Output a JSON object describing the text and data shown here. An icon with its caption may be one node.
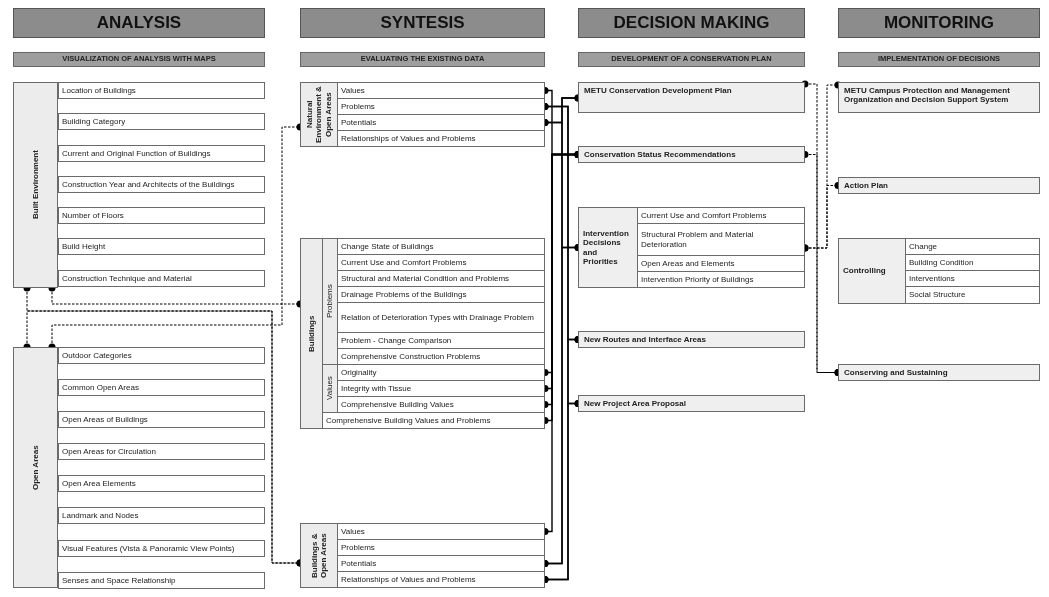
{
  "diagram": {
    "nodes": [
      {
        "text": [
          "ANALYSIS"
        ]
      },
      {
        "text": [
          "SYNTESIS"
        ]
      },
      {
        "text": [
          "DECISION MAKING"
        ]
      },
      {
        "text": [
          "MONITORING"
        ]
      },
      {
        "text": [
          "VISUALIZATION OF ANALYSIS WITH MAPS"
        ]
      },
      {
        "text": [
          "EVALUATING THE EXISTING DATA"
        ]
      },
      {
        "text": [
          "DEVELOPMENT OF A CONSERVATION PLAN"
        ]
      },
      {
        "text": [
          "IMPLEMENTATION OF DECISIONS"
        ]
      },
      {
        "text": [
          "Built Environment"
        ]
      },
      {
        "text": [
          "Location of Buildings"
        ]
      },
      {
        "text": [
          "Building Category"
        ]
      },
      {
        "text": [
          "Current and Original Function of Buildings"
        ]
      },
      {
        "text": [
          "Construction Year and Architects of the Buildings"
        ]
      },
      {
        "text": [
          "Number of Floors"
        ]
      },
      {
        "text": [
          "Build Height"
        ]
      },
      {
        "text": [
          "Construction Technique and Material"
        ]
      },
      {
        "text": [
          "Open Areas"
        ]
      },
      {
        "text": [
          "Outdoor Categories"
        ]
      },
      {
        "text": [
          "Common Open Areas"
        ]
      },
      {
        "text": [
          "Open Areas of Buildings"
        ]
      },
      {
        "text": [
          "Open Areas for Circulation"
        ]
      },
      {
        "text": [
          "Open Area Elements"
        ]
      },
      {
        "text": [
          "Landmark and Nodes"
        ]
      },
      {
        "text": [
          "Visual Features (Vista & Panoramic View Points)"
        ]
      },
      {
        "text": [
          "Senses and Space Relationship"
        ]
      },
      {
        "text": [
          "Natural Environment & Open Areas"
        ]
      },
      {
        "text": [
          "Values"
        ]
      },
      {
        "text": [
          "Problems"
        ]
      },
      {
        "text": [
          "Potentials"
        ]
      },
      {
        "text": [
          "Relationships of Values and Problems"
        ]
      },
      {
        "text": [
          "Buildings"
        ]
      },
      {
        "text": [
          "Problems"
        ]
      },
      {
        "text": [
          "Change State of Buildings"
        ]
      },
      {
        "text": [
          "Current Use and Comfort Problems"
        ]
      },
      {
        "text": [
          "Structural and Material Condition and Problems"
        ]
      },
      {
        "text": [
          "Drainage Problems of the Buildings"
        ]
      },
      {
        "text": [
          "Relation of Deterioration Types with Drainage Problem"
        ]
      },
      {
        "text": [
          "Problem - Change Comparison"
        ]
      },
      {
        "text": [
          "Comprehensive Construction Problems"
        ]
      },
      {
        "text": [
          "Values"
        ]
      },
      {
        "text": [
          "Originality"
        ]
      },
      {
        "text": [
          "Integrity with Tissue"
        ]
      },
      {
        "text": [
          "Comprehensive Building Values"
        ]
      },
      {
        "text": [
          "Comprehensive Building Values and Problems"
        ]
      },
      {
        "text": [
          "Buildings & Open Areas"
        ]
      },
      {
        "text": [
          "Values"
        ]
      },
      {
        "text": [
          "Problems"
        ]
      },
      {
        "text": [
          "Potentials"
        ]
      },
      {
        "text": [
          "Relationships of Values and Problems"
        ]
      },
      {
        "text": [
          "METU Conservation Development Plan"
        ]
      },
      {
        "text": [
          "Conservation Status Recommendations"
        ]
      },
      {
        "text": [
          "Intervention Decisions and Priorities"
        ]
      },
      {
        "text": [
          "Current Use and Comfort Problems"
        ]
      },
      {
        "text": [
          "Structural Problem and Material Deterioration"
        ]
      },
      {
        "text": [
          "Open Areas and Elements"
        ]
      },
      {
        "text": [
          "Intervention Priority of Buildings"
        ]
      },
      {
        "text": [
          "New Routes and Interface Areas"
        ]
      },
      {
        "text": [
          "New Project Area Proposal"
        ]
      },
      {
        "text": [
          "METU Campus Protection and Management Organization and Decision Support System"
        ]
      },
      {
        "text": [
          "Action Plan"
        ]
      },
      {
        "text": [
          "Controlling"
        ]
      },
      {
        "text": [
          "Change"
        ]
      },
      {
        "text": [
          "Building Condition"
        ]
      },
      {
        "text": [
          "Interventions"
        ]
      },
      {
        "text": [
          "Social Structure"
        ]
      },
      {
        "text": [
          "Conserving and Sustaining"
        ]
      }
    ],
    "edges": [
      {
        "from": 8,
        "to": 30,
        "arrow": "other",
        "style": "dashed"
      },
      {
        "from": 8,
        "to": 44,
        "arrow": "other",
        "style": "dashed"
      },
      {
        "from": 16,
        "to": 44,
        "arrow": "other",
        "style": "dashed"
      },
      {
        "from": 16,
        "to": 25,
        "arrow": "other",
        "style": "dashed"
      },
      {
        "from": 26,
        "to": 50,
        "arrow": "other"
      },
      {
        "from": 40,
        "to": 50,
        "arrow": "other"
      },
      {
        "from": 41,
        "to": 50,
        "arrow": "other"
      },
      {
        "from": 42,
        "to": 50,
        "arrow": "other"
      },
      {
        "from": 43,
        "to": 50,
        "arrow": "other"
      },
      {
        "from": 45,
        "to": 50,
        "arrow": "other"
      },
      {
        "from": 28,
        "to": 49,
        "arrow": "other"
      },
      {
        "from": 28,
        "to": 51,
        "arrow": "other"
      },
      {
        "from": 47,
        "to": 49,
        "arrow": "other"
      },
      {
        "from": 47,
        "to": 51,
        "arrow": "other"
      },
      {
        "from": 27,
        "to": 56,
        "arrow": "other"
      },
      {
        "from": 27,
        "to": 57,
        "arrow": "other"
      },
      {
        "from": 48,
        "to": 56,
        "arrow": "other"
      },
      {
        "from": 48,
        "to": 57,
        "arrow": "other"
      },
      {
        "from": 49,
        "to": 65,
        "arrow": "other",
        "style": "dashed"
      },
      {
        "from": 50,
        "to": 65,
        "arrow": "other",
        "style": "dashed"
      },
      {
        "from": 53,
        "to": 58,
        "arrow": "other",
        "style": "dashed"
      },
      {
        "from": 53,
        "to": 59,
        "arrow": "other",
        "style": "dashed"
      }
    ]
  }
}
